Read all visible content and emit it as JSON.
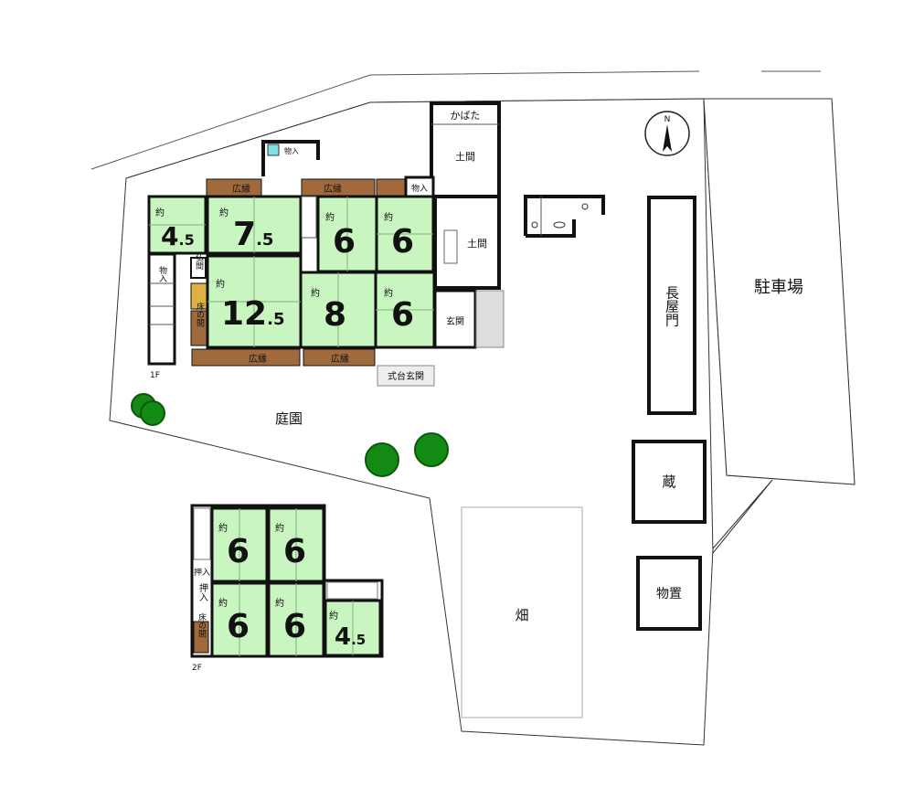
{
  "labels": {
    "parking": "駐車場",
    "garden": "庭園",
    "field": "畑",
    "storehouse": "蔵",
    "shed": "物置",
    "nagayamon": "長屋門",
    "kabata": "かばた",
    "doma1": "土間",
    "doma2": "土間",
    "genkan": "玄関",
    "shikidai": "式台玄関",
    "hiroen": "広縁",
    "monoire": "物入",
    "butsuma": "仏間",
    "tokonoma": "床の間",
    "oshiire": "押入",
    "floor1": "1F",
    "floor2": "2F",
    "north": "N",
    "yaku": "約"
  },
  "rooms_1f": [
    {
      "id": "r1",
      "size": "4",
      "frac": ".5"
    },
    {
      "id": "r2",
      "size": "7",
      "frac": ".5"
    },
    {
      "id": "r3",
      "size": "6",
      "frac": ""
    },
    {
      "id": "r4",
      "size": "6",
      "frac": ""
    },
    {
      "id": "r5",
      "size": "12",
      "frac": ".5"
    },
    {
      "id": "r6",
      "size": "8",
      "frac": ""
    },
    {
      "id": "r7",
      "size": "6",
      "frac": ""
    }
  ],
  "rooms_2f": [
    {
      "id": "s1",
      "size": "6",
      "frac": ""
    },
    {
      "id": "s2",
      "size": "6",
      "frac": ""
    },
    {
      "id": "s3",
      "size": "6",
      "frac": ""
    },
    {
      "id": "s4",
      "size": "6",
      "frac": ""
    },
    {
      "id": "s5",
      "size": "4",
      "frac": ".5"
    }
  ],
  "colors": {
    "tatami": "#c8f5c0",
    "engawa": "#a06a3c",
    "tree": "#138a13",
    "wall": "#111111"
  }
}
